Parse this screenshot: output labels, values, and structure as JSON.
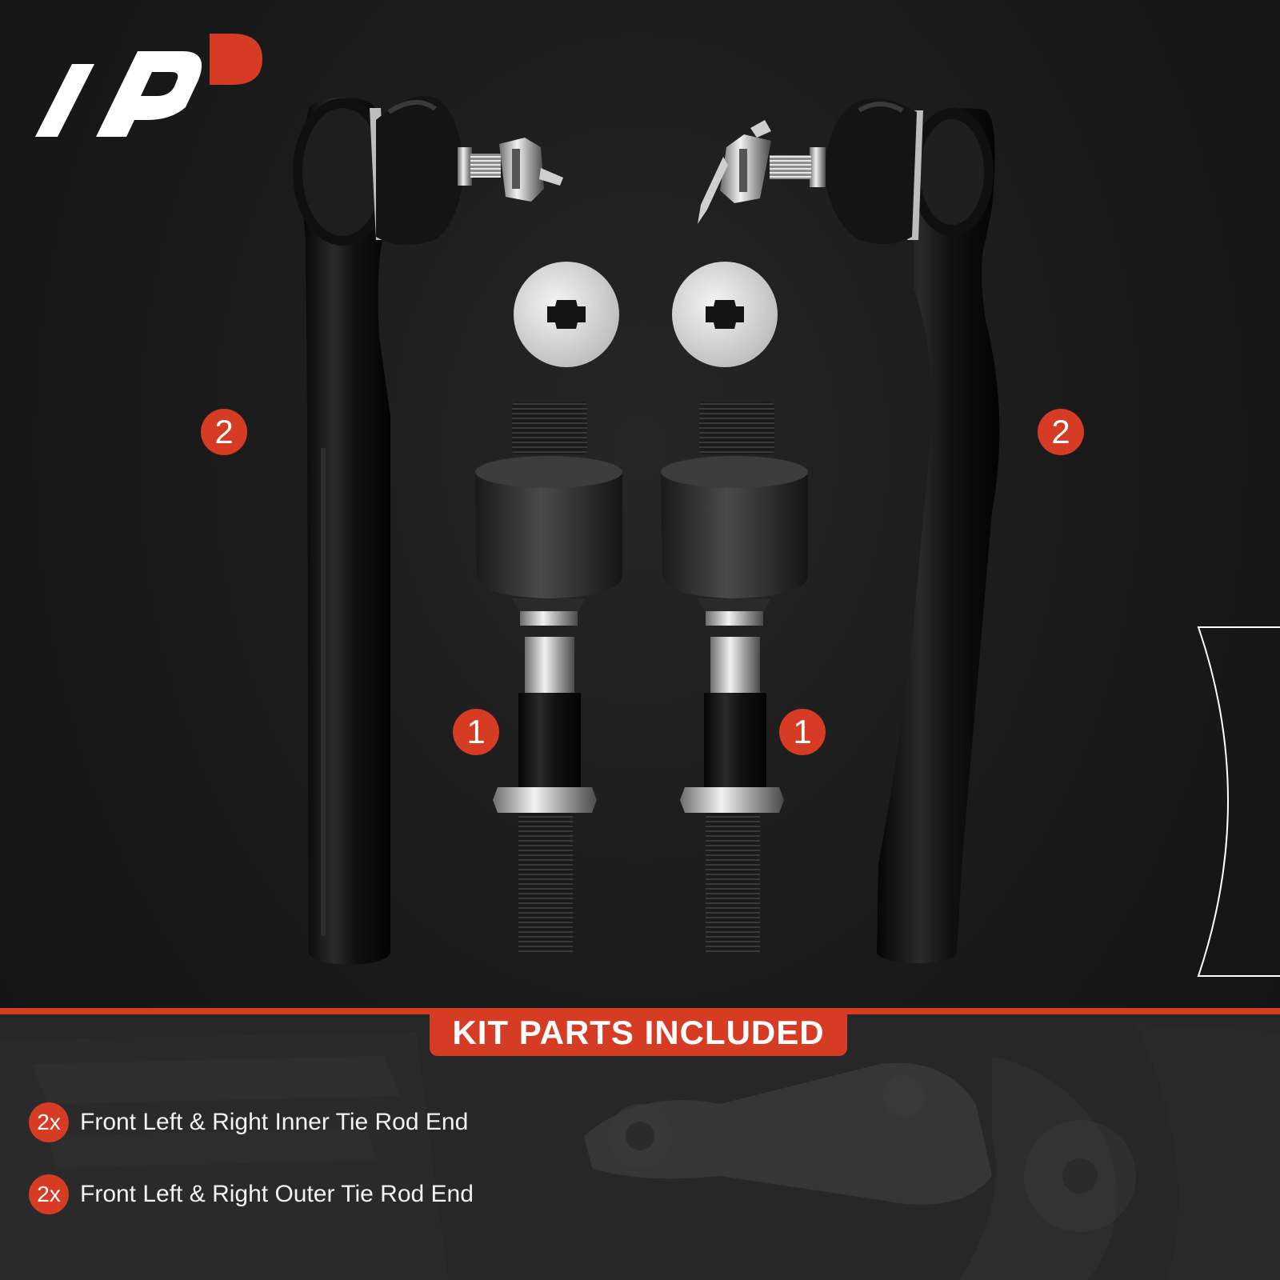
{
  "brand": {
    "logo": "A-Premium AP logo",
    "accent_color": "#d63b24",
    "logo_white": "#ffffff"
  },
  "callouts": {
    "outer_tie_rod": "2",
    "inner_tie_rod": "1"
  },
  "kit": {
    "title": "KIT PARTS INCLUDED",
    "items": [
      {
        "qty": "2x",
        "text": "Front Left & Right Inner Tie Rod End"
      },
      {
        "qty": "2x",
        "text": "Front Left & Right Outer Tie Rod End"
      }
    ]
  }
}
